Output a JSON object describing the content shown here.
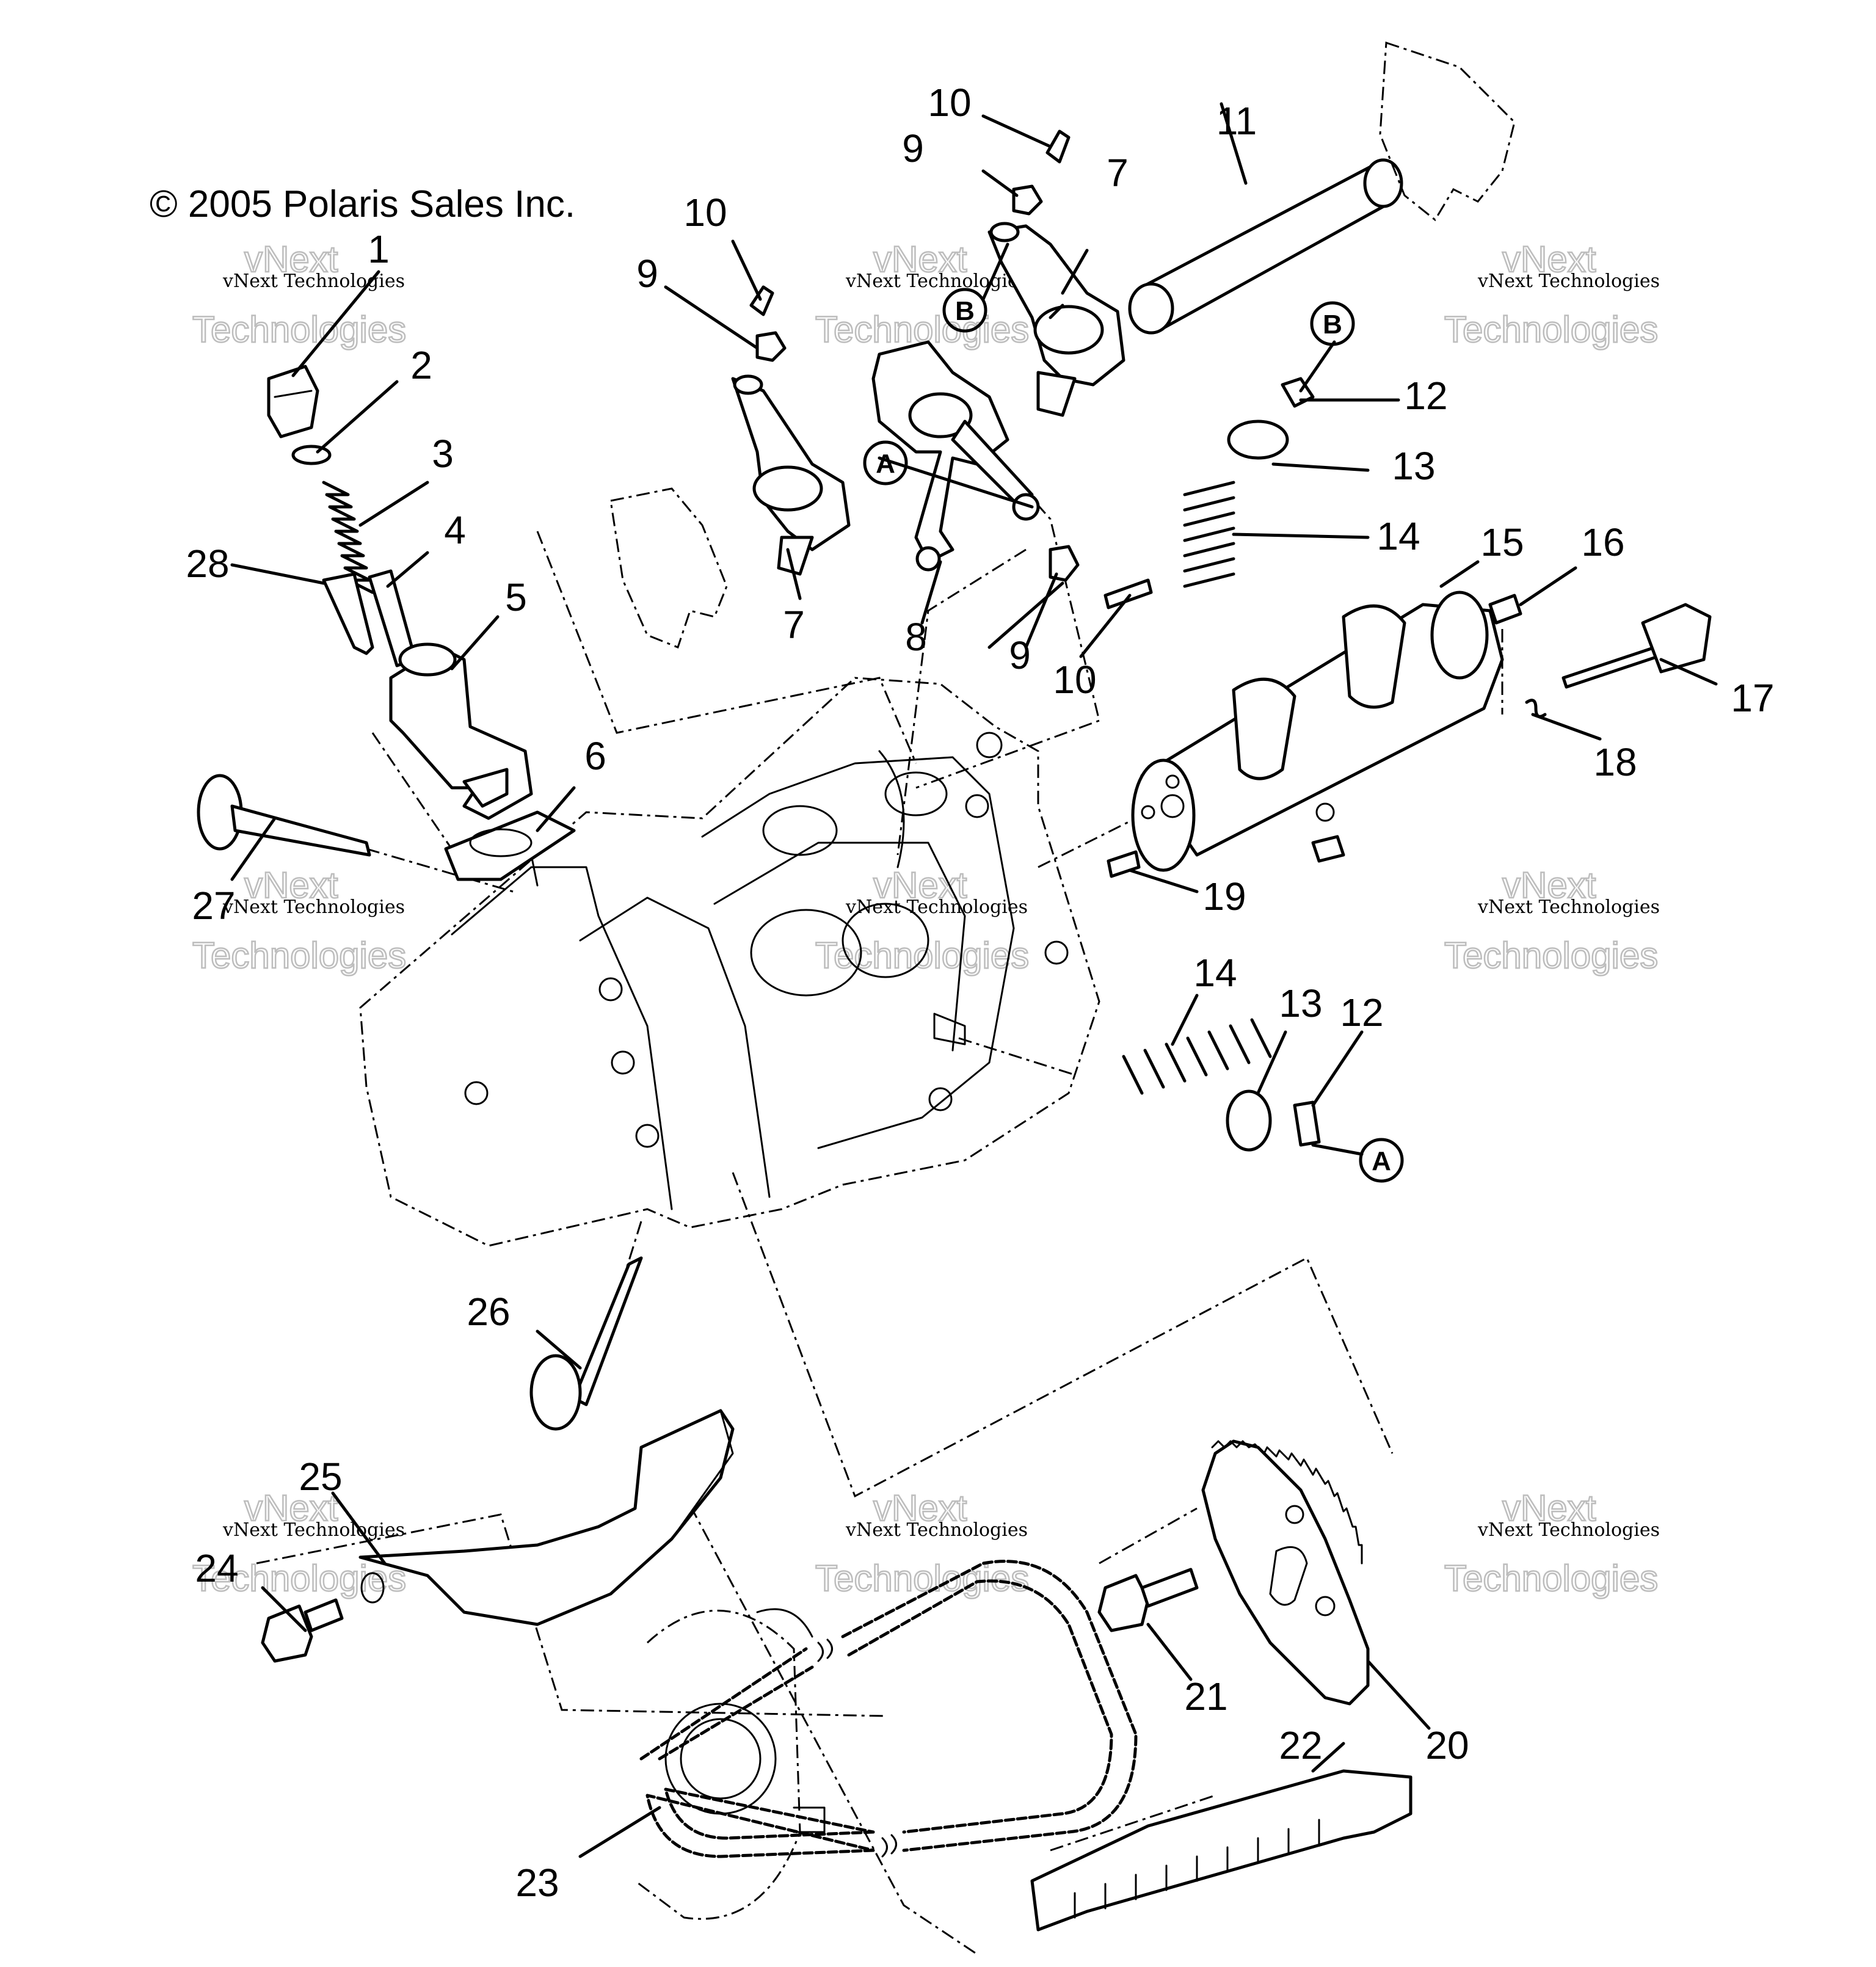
{
  "copyright": "© 2005 Polaris Sales Inc.",
  "watermark": {
    "line1": "vNext Technologies",
    "line2a": "vNext",
    "line2b": "Technologies"
  },
  "callouts": {
    "c1": "1",
    "c2": "2",
    "c3": "3",
    "c4": "4",
    "c5": "5",
    "c6": "6",
    "c7a": "7",
    "c7b": "7",
    "c8": "8",
    "c9a": "9",
    "c9b": "9",
    "c9c": "9",
    "c10a": "10",
    "c10b": "10",
    "c10c": "10",
    "c11": "11",
    "c12a": "12",
    "c12b": "12",
    "c13a": "13",
    "c13b": "13",
    "c14a": "14",
    "c14b": "14",
    "c15": "15",
    "c16": "16",
    "c17": "17",
    "c18": "18",
    "c19": "19",
    "c20": "20",
    "c21": "21",
    "c22": "22",
    "c23": "23",
    "c24": "24",
    "c25": "25",
    "c26": "26",
    "c27": "27",
    "c28": "28"
  },
  "markers": {
    "a1": "A",
    "a2": "A",
    "b1": "B",
    "b2": "B"
  }
}
